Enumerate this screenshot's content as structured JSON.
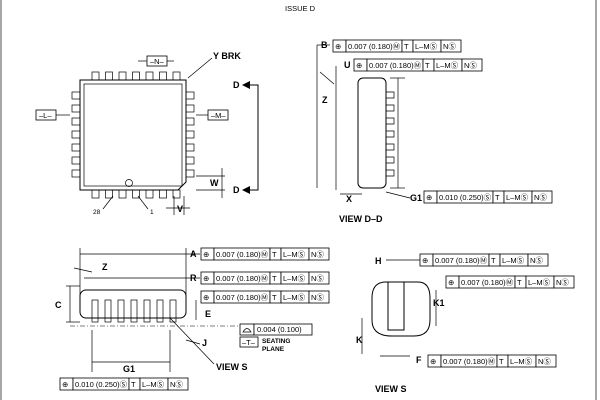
{
  "header": {
    "issue": "ISSUE D"
  },
  "top_view": {
    "y_brk": "Y BRK",
    "pin_28": "28",
    "pin_1": "1",
    "datum_n": "–N–",
    "datum_l": "–L–",
    "datum_m": "–M–",
    "d_top": "D",
    "d_bottom": "D",
    "w": "W",
    "v": "V"
  },
  "side_view": {
    "b": "B",
    "u": "U",
    "z": "Z",
    "x": "X",
    "g1": "G1",
    "title": "VIEW D–D"
  },
  "front_view": {
    "a": "A",
    "r": "R",
    "c": "C",
    "e": "E",
    "j": "J",
    "z": "Z",
    "g1": "G1",
    "datum_t": "–T–",
    "seating_plane_1": "SEATING",
    "seating_plane_2": "PLANE",
    "flatness_value": "0.004 (0.100)",
    "view_s_ref": "VIEW S"
  },
  "detail_view": {
    "h": "H",
    "k1": "K1",
    "k": "K",
    "f": "F",
    "title": "VIEW S"
  },
  "fcf": {
    "b": [
      "⊕",
      "0.007 (0.180)Ⓜ",
      "T",
      "L–MⓈ",
      "NⓈ"
    ],
    "u": [
      "⊕",
      "0.007 (0.180)Ⓜ",
      "T",
      "L–MⓈ",
      "NⓈ"
    ],
    "g1_side": [
      "⊕",
      "0.010 (0.250)Ⓢ",
      "T",
      "L–MⓈ",
      "NⓈ"
    ],
    "a": [
      "⊕",
      "0.007 (0.180)Ⓜ",
      "T",
      "L–MⓈ",
      "NⓈ"
    ],
    "r": [
      "⊕",
      "0.007 (0.180)Ⓜ",
      "T",
      "L–MⓈ",
      "NⓈ"
    ],
    "e": [
      "⊕",
      "0.007 (0.180)Ⓜ",
      "T",
      "L–MⓈ",
      "NⓈ"
    ],
    "g1_bottom": [
      "⊕",
      "0.010 (0.250)Ⓢ",
      "T",
      "L–MⓈ",
      "NⓈ"
    ],
    "h": [
      "⊕",
      "0.007 (0.180)Ⓜ",
      "T",
      "L–MⓈ",
      "NⓈ"
    ],
    "k1": [
      "⊕",
      "0.007 (0.180)Ⓜ",
      "T",
      "L–MⓈ",
      "NⓈ"
    ],
    "f": [
      "⊕",
      "0.007 (0.180)Ⓜ",
      "T",
      "L–MⓈ",
      "NⓈ"
    ]
  }
}
